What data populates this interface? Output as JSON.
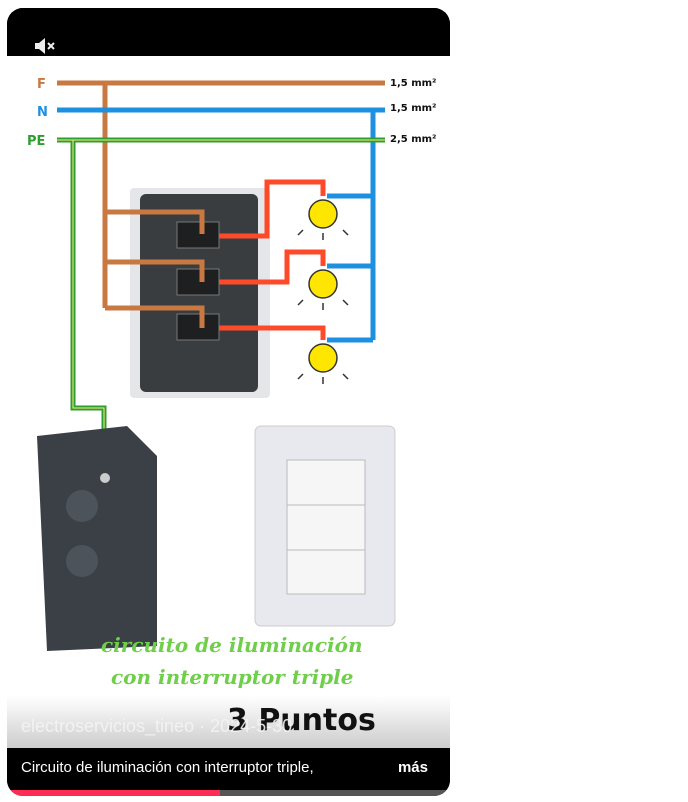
{
  "video": {
    "author": "electroservicios_tineo · 2024-5-30",
    "caption": "Circuito de iluminación con interruptor triple,",
    "more_label": "más",
    "progress_percent": 48,
    "muted": true
  },
  "diagram": {
    "wires": [
      {
        "label": "F",
        "gauge": "1,5 mm²",
        "color": "#c87941"
      },
      {
        "label": "N",
        "gauge": "1,5 mm²",
        "color": "#1e90e0"
      },
      {
        "label": "PE",
        "gauge": "2,5 mm²",
        "color": "#2e9e2e"
      }
    ],
    "title_line1": "circuito de iluminación",
    "title_line2": "con interruptor triple",
    "subtitle": "3 Puntos"
  },
  "colors": {
    "accent": "#fe2c55",
    "return_wire": "#ff4a2a",
    "bulb": "#ffe600"
  }
}
